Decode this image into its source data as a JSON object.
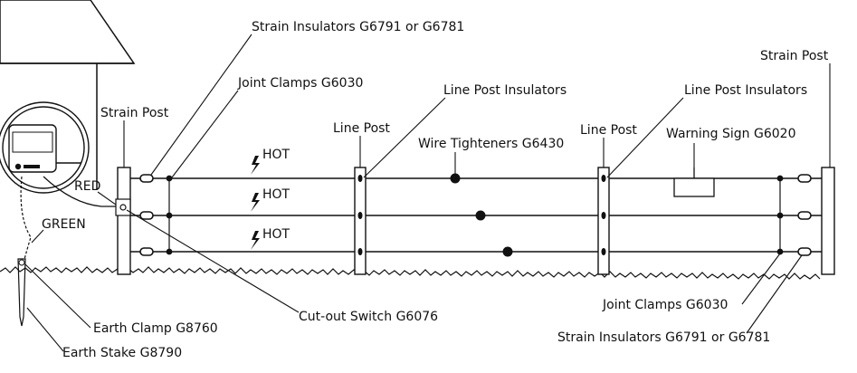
{
  "labels": {
    "strain_insulators_top": "Strain Insulators G6791 or G6781",
    "joint_clamps_top": "Joint Clamps G6030",
    "strain_post_left": "Strain Post",
    "line_post_insulators_left": "Line Post Insulators",
    "line_post_left": "Line Post",
    "wire_tighteners": "Wire Tighteners G6430",
    "line_post_right": "Line Post",
    "line_post_insulators_right": "Line Post Insulators",
    "warning_sign": "Warning Sign G6020",
    "strain_post_right": "Strain Post",
    "hot_1": "HOT",
    "hot_2": "HOT",
    "hot_3": "HOT",
    "red": "RED",
    "green": "GREEN",
    "cutout_switch": "Cut-out Switch G6076",
    "earth_clamp": "Earth Clamp G8760",
    "earth_stake": "Earth Stake G8790",
    "joint_clamps_bottom": "Joint Clamps G6030",
    "strain_insulators_bottom": "Strain Insulators G6791 or G6781"
  },
  "colors": {
    "line": "#111111",
    "background": "#ffffff"
  },
  "icons": {
    "hot_symbol": "lightning-bolt-icon"
  }
}
